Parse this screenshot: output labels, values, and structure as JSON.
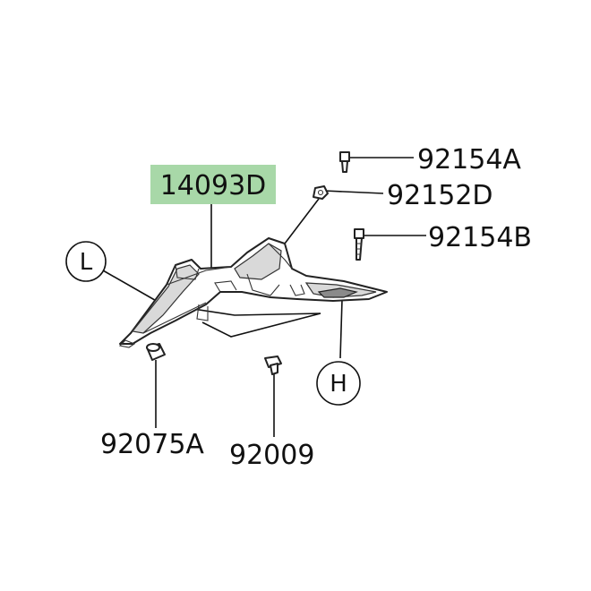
{
  "parts": {
    "main": "14093D",
    "bolt_top": "92154A",
    "nut_top": "92152D",
    "bolt_right": "92154B",
    "grommet": "92075A",
    "screw": "92009"
  },
  "callouts": {
    "left": "L",
    "right": "H"
  },
  "colors": {
    "highlight": "#a8d8a8",
    "line": "#111111"
  }
}
